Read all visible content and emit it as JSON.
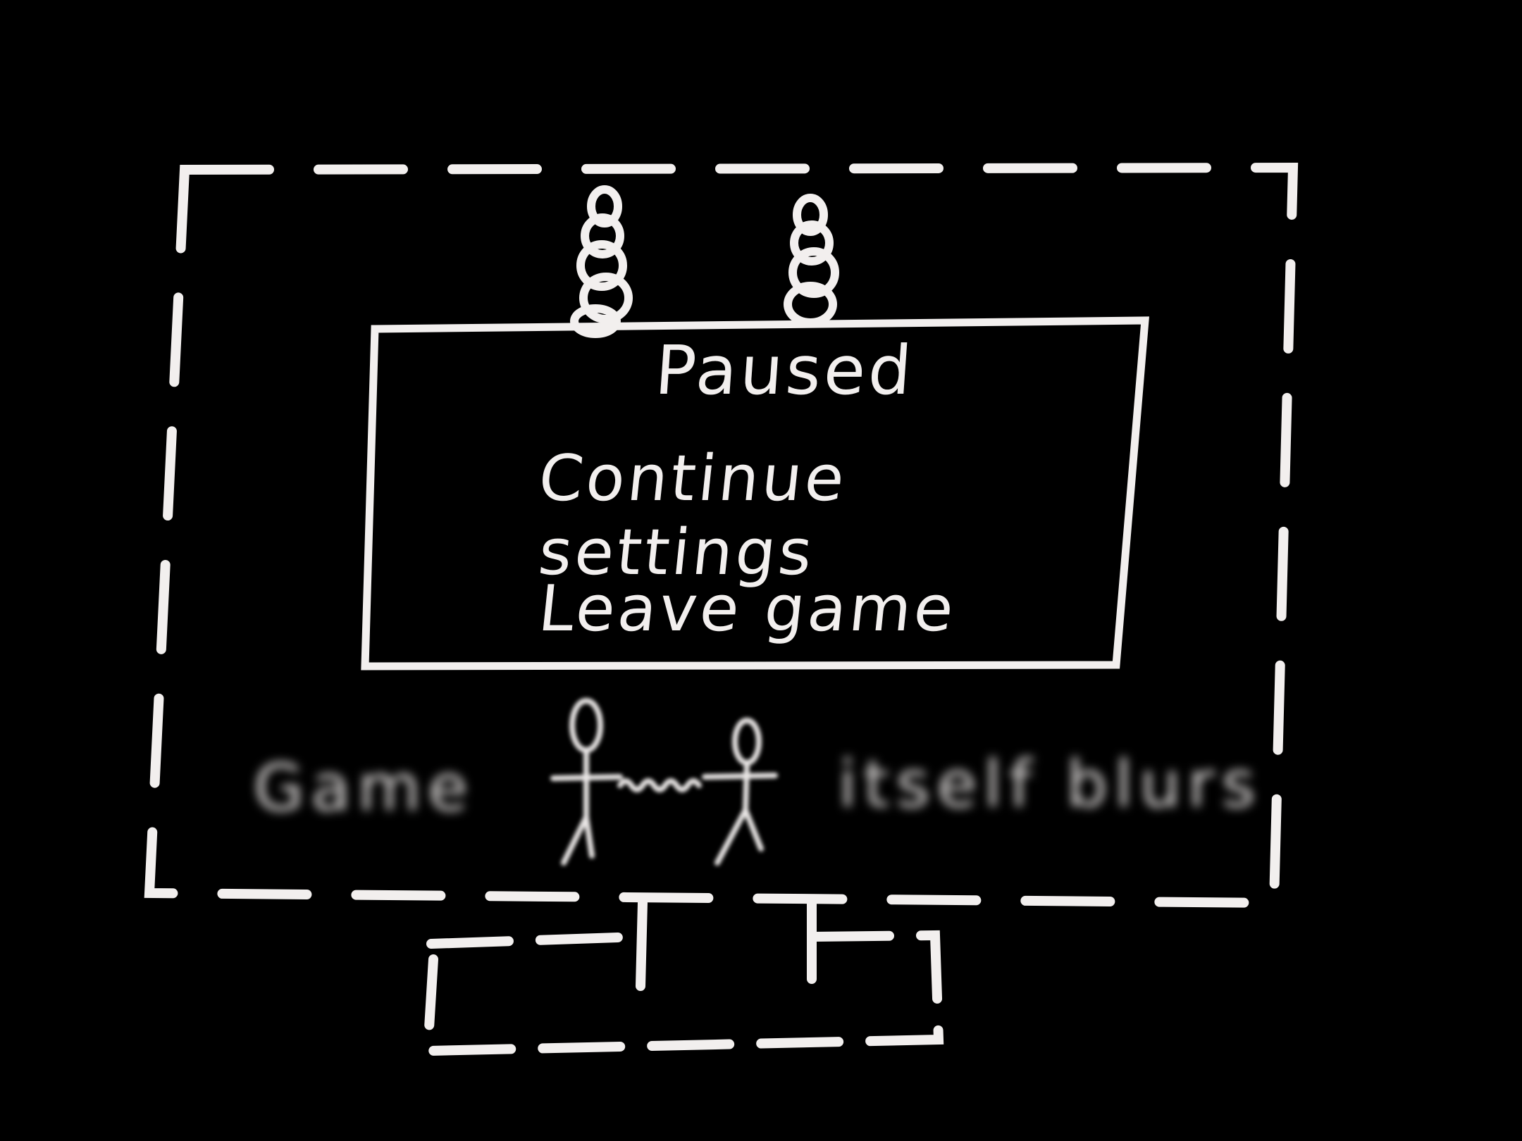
{
  "screen": {
    "kind": "hand-drawn wireframe of a monitor showing a game pause menu",
    "stroke_color": "#f2efee",
    "background_color": "#000000"
  },
  "pause_menu": {
    "title": "Paused",
    "items": [
      {
        "label": "Continue"
      },
      {
        "label": "settings"
      },
      {
        "label": "Leave game"
      }
    ],
    "hanging_chains": 2
  },
  "background_game": {
    "caption_left": "Game",
    "caption_right": "itself blurs",
    "figures": [
      "stick-figure-left",
      "stick-figure-right"
    ],
    "blurred": true
  },
  "hardware": {
    "monitor_frame": "dashed",
    "stand": "dashed",
    "base": "dashed"
  }
}
